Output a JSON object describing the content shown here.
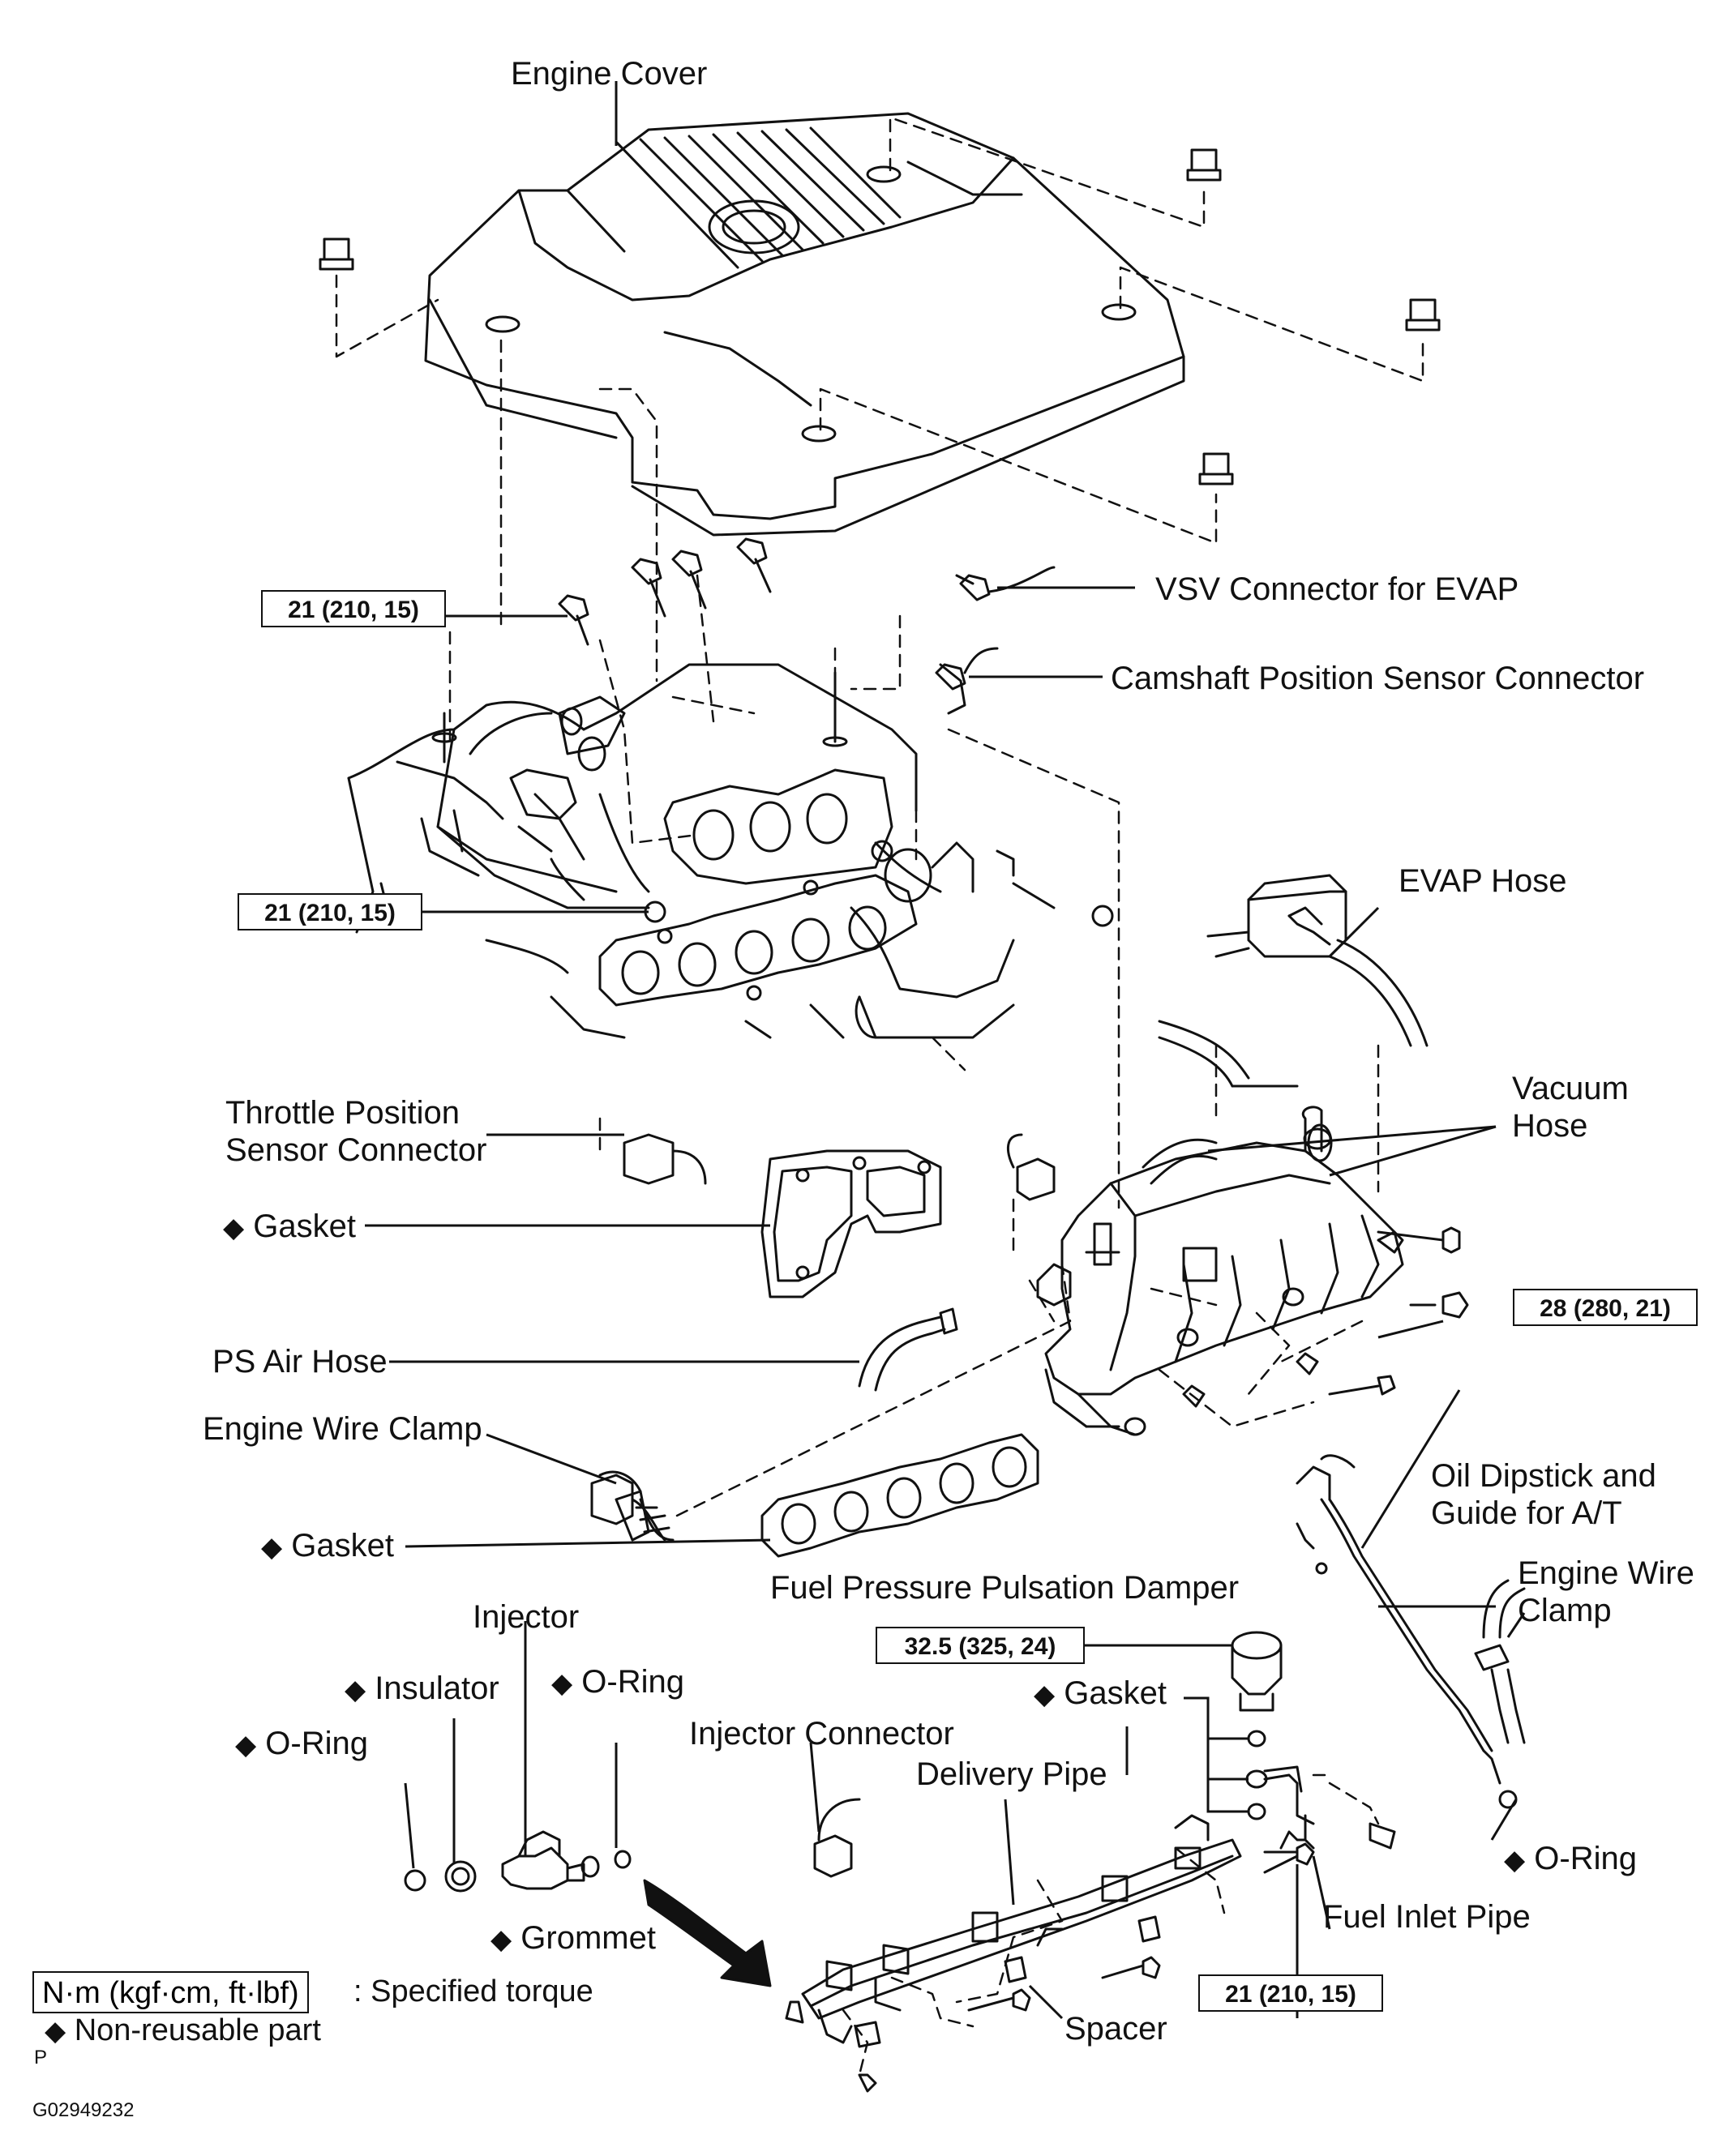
{
  "labels": {
    "engine_cover": "Engine Cover",
    "vsv_connector": "VSV Connector for EVAP",
    "camshaft_connector": "Camshaft Position Sensor Connector",
    "evap_hose": "EVAP Hose",
    "vacuum_hose": "Vacuum\nHose",
    "throttle_connector": "Throttle Position\nSensor Connector",
    "gasket_upper": "Gasket",
    "ps_air_hose": "PS Air Hose",
    "engine_wire_clamp_left": "Engine Wire Clamp",
    "gasket_middle": "Gasket",
    "oil_dipstick": "Oil Dipstick and\nGuide for A/T",
    "engine_wire_clamp_right": "Engine Wire\nClamp",
    "fuel_damper": "Fuel Pressure Pulsation Damper",
    "injector": "Injector",
    "insulator": "Insulator",
    "oring_top": "O-Ring",
    "oring_left": "O-Ring",
    "gasket_lower": "Gasket",
    "injector_connector": "Injector Connector",
    "delivery_pipe": "Delivery Pipe",
    "oring_right": "O-Ring",
    "grommet": "Grommet",
    "fuel_inlet_pipe": "Fuel Inlet Pipe",
    "spacer": "Spacer"
  },
  "torque_specs": {
    "t1": "21 (210, 15)",
    "t2": "21 (210, 15)",
    "t3": "28 (280, 21)",
    "t4": "32.5 (325, 24)",
    "t5": "21 (210, 15)"
  },
  "legend": {
    "unit_box": "N·m (kgf·cm, ft·lbf)",
    "unit_text": ": Specified torque",
    "nonreusable": "Non-reusable part"
  },
  "footer": {
    "page_letter": "P",
    "figure_id": "G02949232"
  },
  "symbols": {
    "diamond": "◆"
  }
}
